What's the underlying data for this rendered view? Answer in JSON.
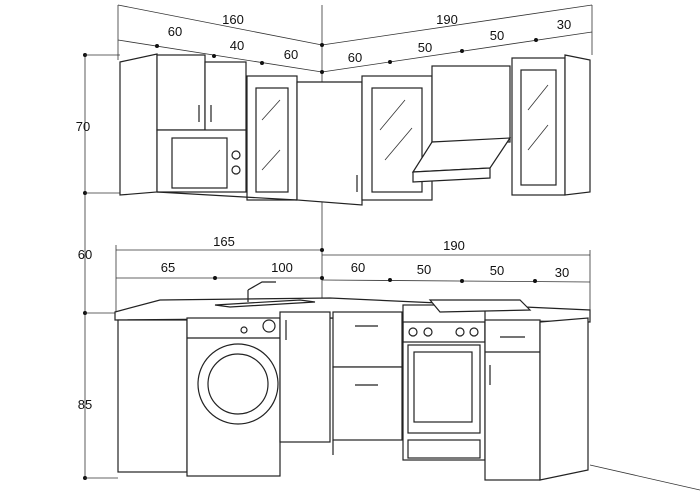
{
  "title": "Corner kitchen dimensions",
  "wall_cabinets": {
    "left_total": "160",
    "left_segments": [
      "60",
      "40",
      "60"
    ],
    "right_total": "190",
    "right_segments": [
      "60",
      "50",
      "50",
      "30"
    ]
  },
  "heights": {
    "wall_cabinet": "70",
    "gap": "60",
    "base_cabinet": "85"
  },
  "base_cabinets": {
    "left_total": "165",
    "left_segments": [
      "65",
      "100"
    ],
    "right_total": "190",
    "right_segments": [
      "60",
      "50",
      "50",
      "30"
    ]
  }
}
